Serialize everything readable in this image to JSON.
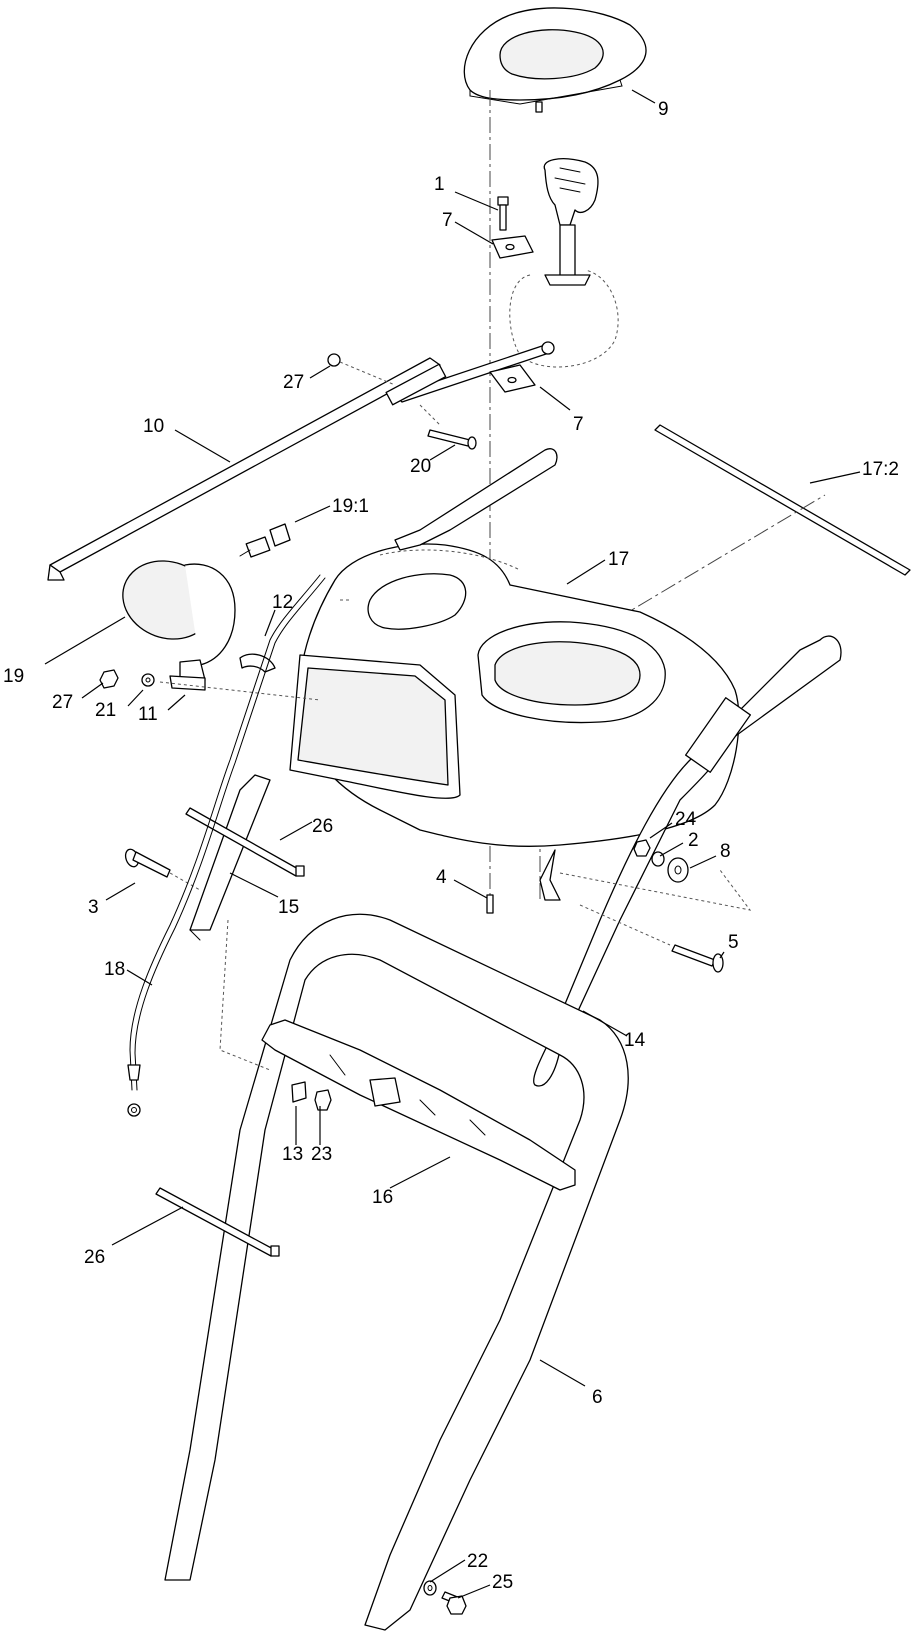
{
  "callouts": [
    {
      "id": "c9",
      "text": "9"
    },
    {
      "id": "c1",
      "text": "1"
    },
    {
      "id": "c7a",
      "text": "7"
    },
    {
      "id": "c27a",
      "text": "27"
    },
    {
      "id": "c7b",
      "text": "7"
    },
    {
      "id": "c10",
      "text": "10"
    },
    {
      "id": "c20",
      "text": "20"
    },
    {
      "id": "c17_2",
      "text": "17:2"
    },
    {
      "id": "c19_1",
      "text": "19:1"
    },
    {
      "id": "c17",
      "text": "17"
    },
    {
      "id": "c12",
      "text": "12"
    },
    {
      "id": "c19",
      "text": "19"
    },
    {
      "id": "c27b",
      "text": "27"
    },
    {
      "id": "c21",
      "text": "21"
    },
    {
      "id": "c11",
      "text": "11"
    },
    {
      "id": "c24",
      "text": "24"
    },
    {
      "id": "c2",
      "text": "2"
    },
    {
      "id": "c8",
      "text": "8"
    },
    {
      "id": "c26a",
      "text": "26"
    },
    {
      "id": "c4",
      "text": "4"
    },
    {
      "id": "c3",
      "text": "3"
    },
    {
      "id": "c15",
      "text": "15"
    },
    {
      "id": "c5",
      "text": "5"
    },
    {
      "id": "c18",
      "text": "18"
    },
    {
      "id": "c14",
      "text": "14"
    },
    {
      "id": "c13",
      "text": "13"
    },
    {
      "id": "c23",
      "text": "23"
    },
    {
      "id": "c16",
      "text": "16"
    },
    {
      "id": "c26b",
      "text": "26"
    },
    {
      "id": "c6",
      "text": "6"
    },
    {
      "id": "c22",
      "text": "22"
    },
    {
      "id": "c25",
      "text": "25"
    }
  ]
}
